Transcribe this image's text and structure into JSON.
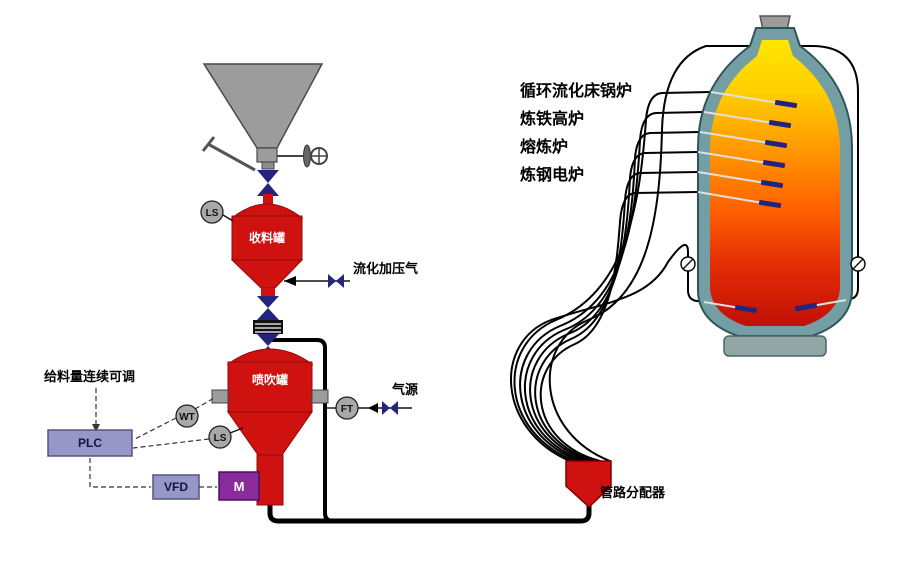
{
  "labels": {
    "applications": [
      "循环流化床锅炉",
      "炼铁高炉",
      "熔炼炉",
      "炼钢电炉"
    ],
    "receiving_tank": "收料罐",
    "injection_tank": "喷吹罐",
    "fluidizing_gas": "流化加压气",
    "gas_source": "气源",
    "feed_note": "给料量连续可调",
    "plc": "PLC",
    "vfd": "VFD",
    "motor": "M",
    "distributor": "管路分配器"
  },
  "instruments": {
    "level_switch_top": "LS",
    "weight_transmitter": "WT",
    "level_switch_bottom": "LS",
    "flow_transmitter": "FT"
  },
  "colors": {
    "vessel_red": "#cf1110",
    "valve_navy": "#24247e",
    "hopper_gray": "#9c9c9c",
    "instrument_gray": "#a8a8a8",
    "plc_lavender": "#9696c8",
    "motor_purple": "#8a2b9b",
    "furnace_wall_teal": "#739fa4",
    "flame_yellow": "#ffe600",
    "flame_orange": "#ff8800",
    "flame_red": "#c01005"
  }
}
